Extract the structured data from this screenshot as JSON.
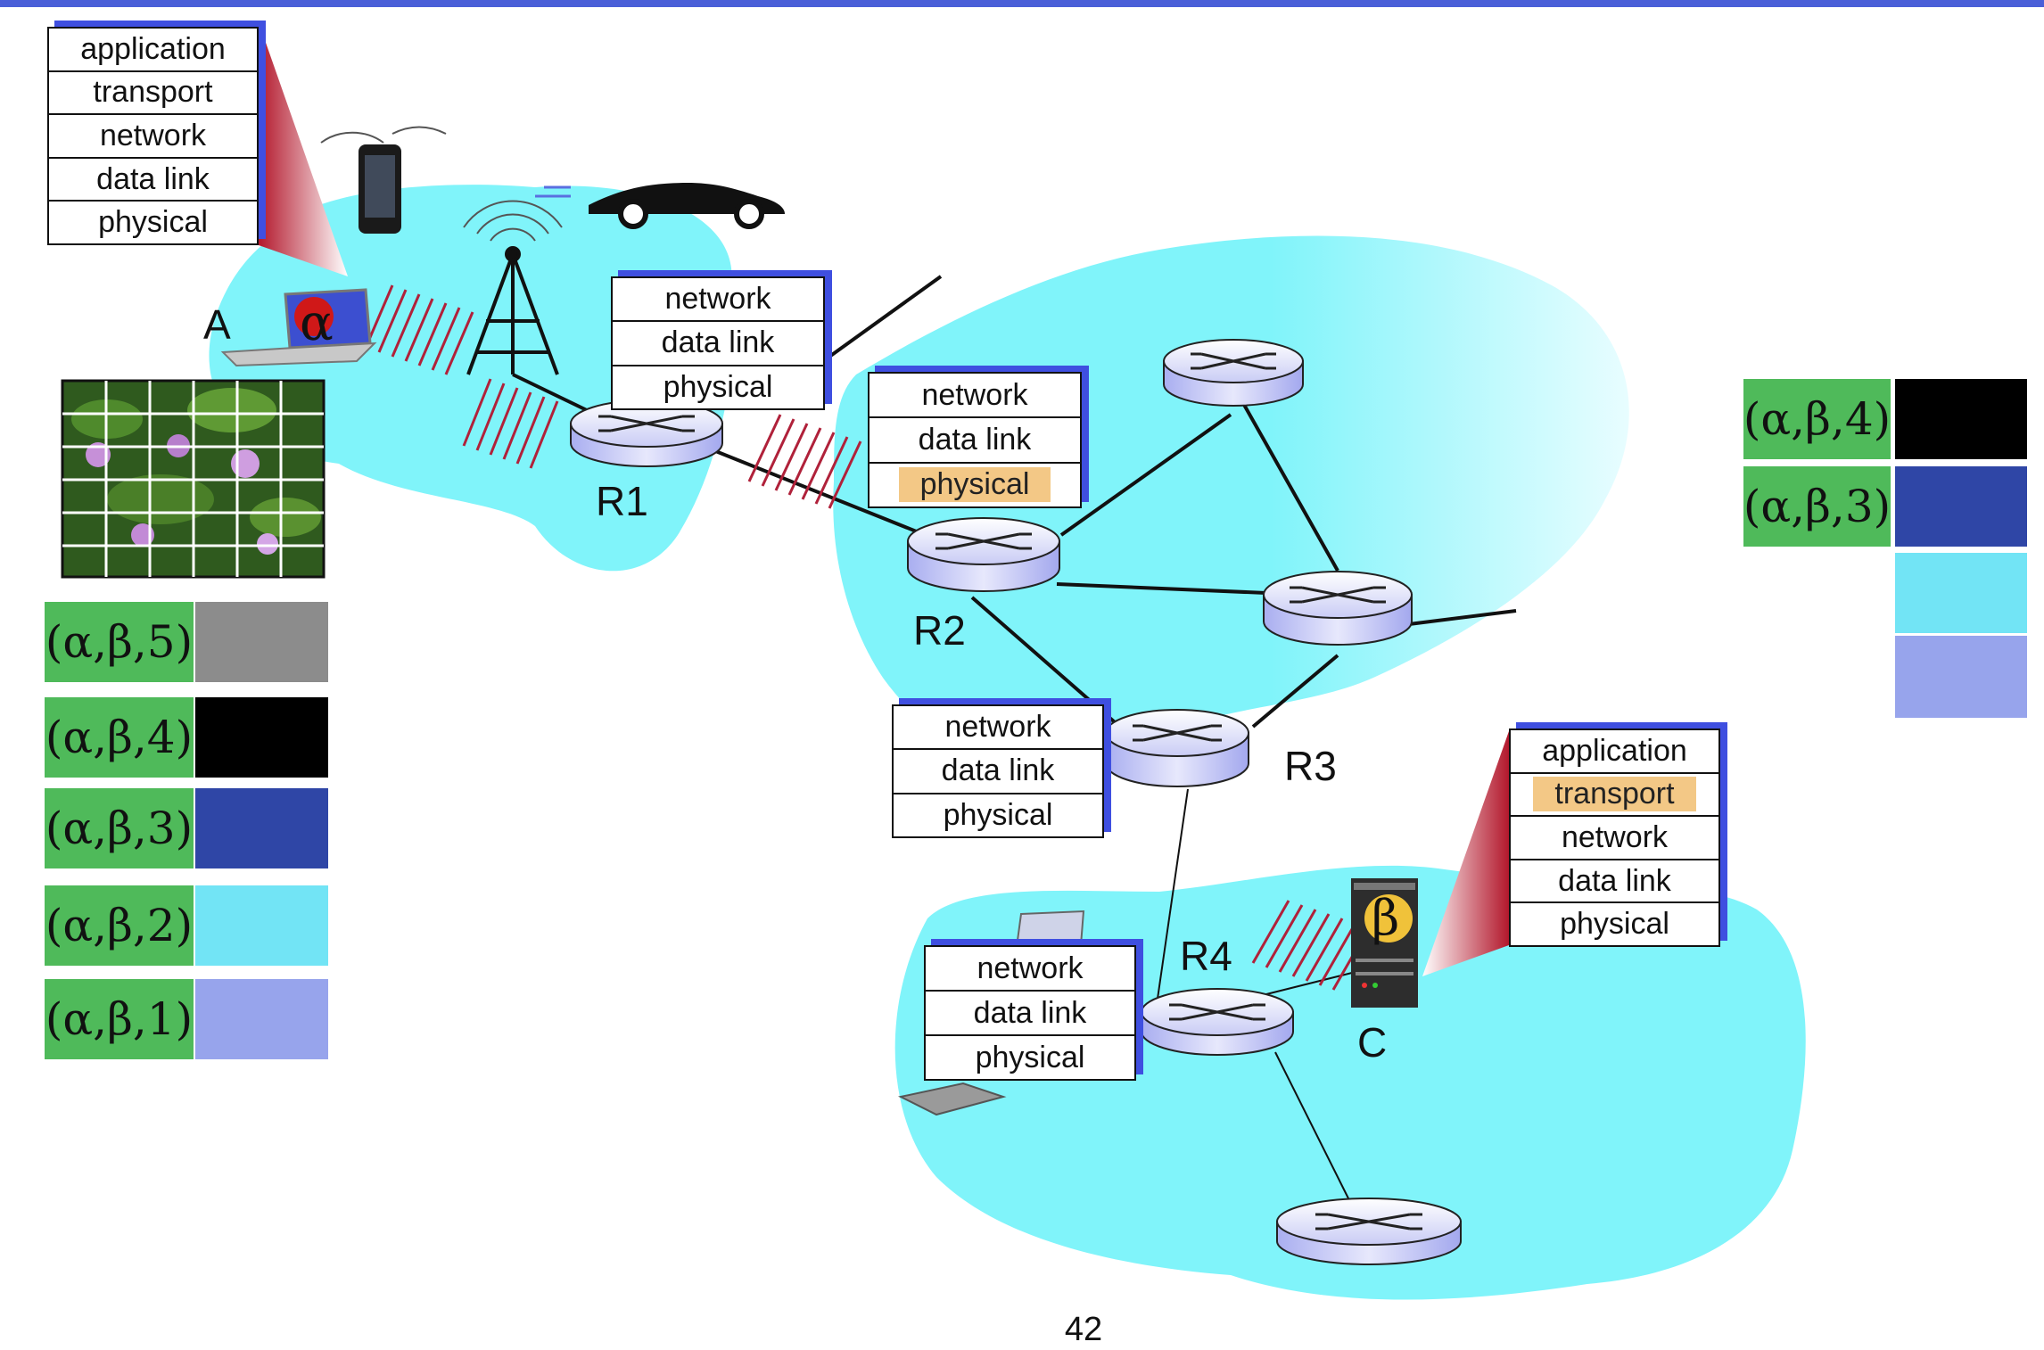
{
  "colors": {
    "top_bar": "#4a5fd8",
    "cloud": "#80f4fa",
    "cloud_light": "#e8fdff",
    "stack_shadow": "#3f4fe0",
    "highlight": "#f3c886",
    "tag_green": "#4fba5a",
    "wave_red": "#b0213a"
  },
  "host_a": {
    "label": "A",
    "symbol": "α",
    "stack": [
      "application",
      "transport",
      "network",
      "data link",
      "physical"
    ]
  },
  "router_r1": {
    "label": "R1",
    "stack": [
      "network",
      "data link",
      "physical"
    ]
  },
  "router_r2": {
    "label": "R2",
    "stack": [
      "network",
      "data link",
      "physical"
    ],
    "highlight": "physical"
  },
  "router_r3": {
    "label": "R3",
    "stack": [
      "network",
      "data link",
      "physical"
    ]
  },
  "router_r4": {
    "label": "R4",
    "stack": [
      "network",
      "data link",
      "physical"
    ]
  },
  "host_c": {
    "label": "C",
    "symbol": "β",
    "stack": [
      "application",
      "transport",
      "network",
      "data link",
      "physical"
    ],
    "highlight": "transport"
  },
  "left_packets": [
    {
      "tag": "(α,β,5)",
      "color": "#8c8c8c"
    },
    {
      "tag": "(α,β,4)",
      "color": "#000000"
    },
    {
      "tag": "(α,β,3)",
      "color": "#2f46a6"
    },
    {
      "tag": "(α,β,2)",
      "color": "#72e4f5"
    },
    {
      "tag": "(α,β,1)",
      "color": "#97a4ec"
    }
  ],
  "right_packets": [
    {
      "tag": "(α,β,4)",
      "color": "#000000"
    },
    {
      "tag": "(α,β,3)",
      "color": "#2f46a6"
    },
    {
      "tag": "",
      "color": "#72e4f5"
    },
    {
      "tag": "",
      "color": "#97a4ec"
    }
  ],
  "page_number": "42"
}
